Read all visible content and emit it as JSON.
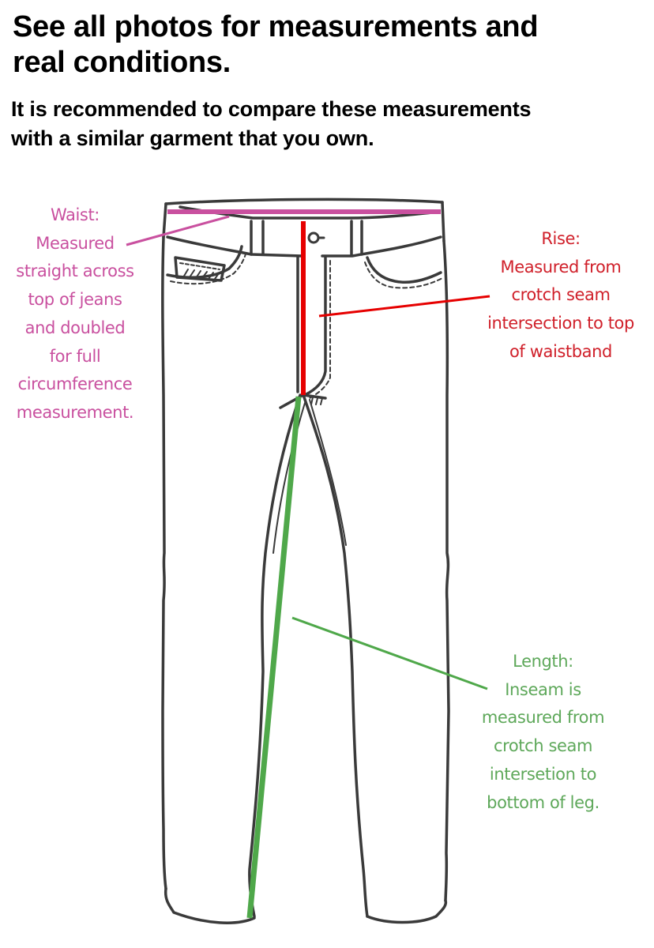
{
  "header": {
    "title_lines": [
      "See all photos for measurements and",
      "real conditions."
    ],
    "subtitle_lines": [
      "It is recommended to compare these measurements",
      "with a similar garment that you own."
    ]
  },
  "diagram": {
    "subject": "jeans-front-view-line-drawing",
    "colors": {
      "outline": "#3a3a3a",
      "waist": "#c9509f",
      "rise": "#e60000",
      "length": "#4fa84a"
    },
    "annotations": {
      "waist": {
        "lines": [
          "Waist:",
          "Measured",
          "straight across",
          "top of jeans",
          "and doubled",
          "for full",
          "circumference",
          "measurement."
        ],
        "color": "#c9509f"
      },
      "rise": {
        "lines": [
          "Rise:",
          "Measured from",
          "crotch seam",
          "intersection to top",
          "of waistband"
        ],
        "color": "#d0202a"
      },
      "length": {
        "lines": [
          "Length:",
          "Inseam is",
          "measured from",
          "crotch seam",
          "intersetion to",
          "bottom of leg."
        ],
        "color": "#5ea85a"
      }
    }
  }
}
